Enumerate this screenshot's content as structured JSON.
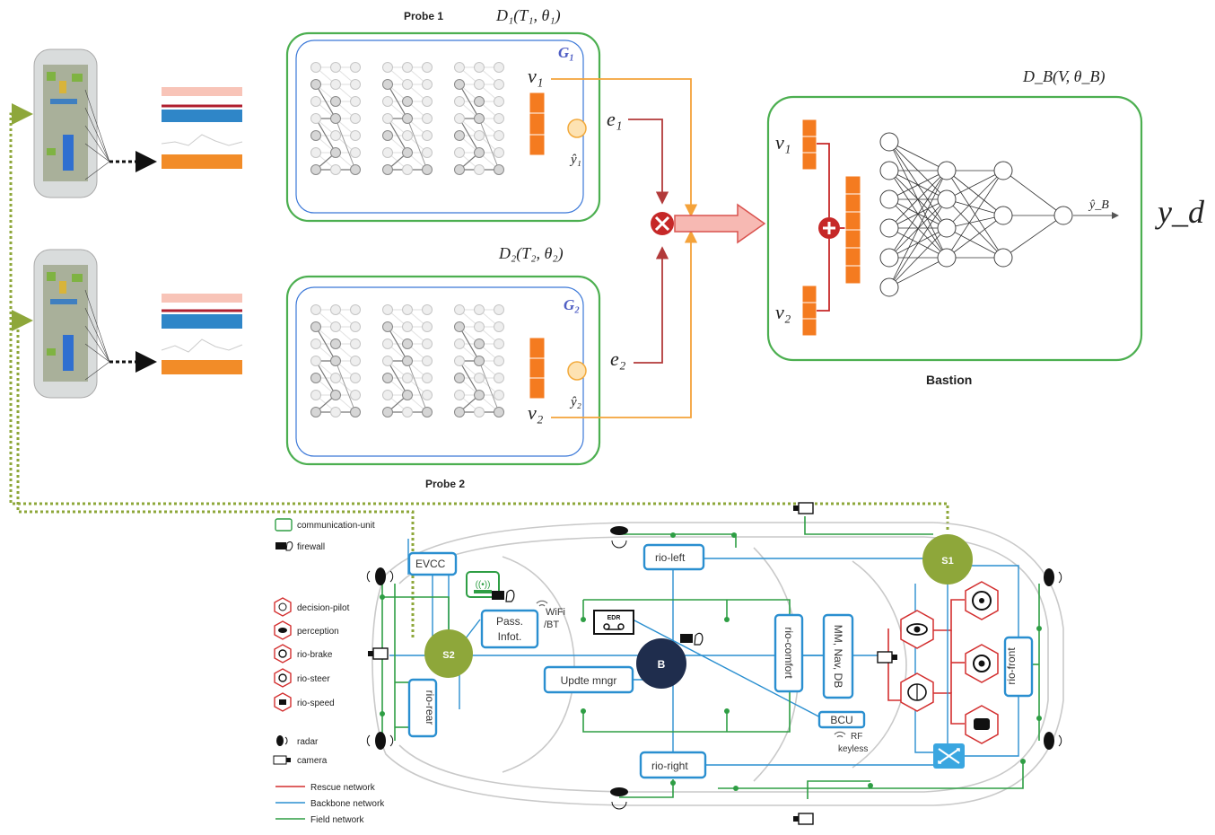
{
  "probe1": {
    "title": "Probe 1",
    "formula": "D₁(T₁, θ₁)",
    "graph_label": "G₁",
    "v_label": "v₁",
    "e_label": "e₁",
    "yhat_label": "ŷ₁"
  },
  "probe2": {
    "title": "Probe 2",
    "formula": "D₂(T₂, θ₂)",
    "graph_label": "G₂",
    "v_label": "v₂",
    "e_label": "e₂",
    "yhat_label": "ŷ₂"
  },
  "bastion": {
    "title": "Bastion",
    "formula": "D_B(V, θ_B)",
    "v1_label": "v₁",
    "v2_label": "v₂",
    "yhat_label": "ŷ_B",
    "yd_label": "y_d"
  },
  "vehicle": {
    "ecus": {
      "evcc": "EVCC",
      "rio_left": "rio-left",
      "rio_right": "rio-right",
      "rio_rear": "rio-rear",
      "rio_comfort": "rio-comfort",
      "rio_front": "rio-front",
      "mm_nav_db": "MM, Nav, DB",
      "pass_infot_1": "Pass.",
      "pass_infot_2": "Infot.",
      "updte_mngr": "Updte mngr",
      "bcu": "BCU",
      "edr": "EDR"
    },
    "nodes": {
      "s1": "S1",
      "s2": "S2",
      "b": "B"
    },
    "wifi_1": "WiFi",
    "wifi_2": "/BT",
    "rf_1": "RF",
    "rf_2": "keyless"
  },
  "legend": {
    "communication_unit": "communication-unit",
    "firewall": "firewall",
    "decision_pilot": "decision-pilot",
    "perception": "perception",
    "rio_brake": "rio-brake",
    "rio_steer": "rio-steer",
    "rio_speed": "rio-speed",
    "radar": "radar",
    "camera": "camera",
    "rescue_network": "Rescue network",
    "backbone_network": "Backbone network",
    "field_network": "Field network"
  },
  "colors": {
    "probe_border": "#4caf50",
    "graph_border": "#3b78d8",
    "orange": "#f47b20",
    "rescue": "#d32f2f",
    "backbone": "#2a8fd0",
    "field": "#2e9e44",
    "olive": "#8ea73a",
    "navy": "#1f2d4d"
  }
}
